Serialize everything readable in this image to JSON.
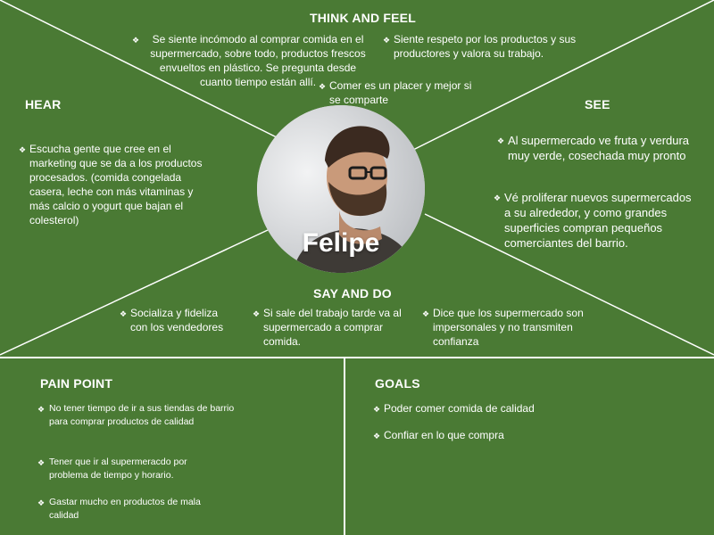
{
  "persona": {
    "name": "Felipe"
  },
  "think_and_feel": {
    "title": "THINK AND FEEL",
    "items": [
      "Se siente incómodo al comprar comida en el supermercado, sobre todo, productos frescos envueltos en plástico. Se pregunta desde cuanto tiempo están allí.",
      "Siente respeto por los productos y sus productores y valora su trabajo.",
      "Comer es un placer y mejor si se comparte"
    ]
  },
  "hear": {
    "title": "HEAR",
    "items": [
      "Escucha gente que cree en el marketing que se da a los productos procesados. (comida congelada casera, leche con más vitaminas y más calcio o yogurt que bajan el colesterol)"
    ]
  },
  "see": {
    "title": "SEE",
    "items": [
      "Al supermercado ve fruta y verdura muy verde, cosechada muy pronto",
      "Vé proliferar nuevos supermercados a su alrededor, y como grandes superficies compran pequeños comerciantes del barrio."
    ]
  },
  "say_and_do": {
    "title": "SAY AND DO",
    "items": [
      "Socializa y fideliza con los vendedores",
      "Si sale del trabajo tarde va al supermercado a comprar comida.",
      "Dice que los supermercado son impersonales y no transmiten confianza"
    ]
  },
  "pain_point": {
    "title": "PAIN POINT",
    "items": [
      "No tener tiempo de ir a sus tiendas de barrio para comprar productos de calidad",
      "Tener que ir al supermeracdo por problema de tiempo y horario.",
      "Gastar mucho en productos de mala calidad"
    ]
  },
  "goals": {
    "title": "GOALS",
    "items": [
      "Poder comer comida de calidad",
      "Confiar en lo que compra"
    ]
  },
  "colors": {
    "background": "#4a7a34",
    "lines": "#ffffff",
    "text": "#ffffff"
  },
  "icons": {
    "bullet": "bullet-icon",
    "avatar": "person-photo"
  }
}
